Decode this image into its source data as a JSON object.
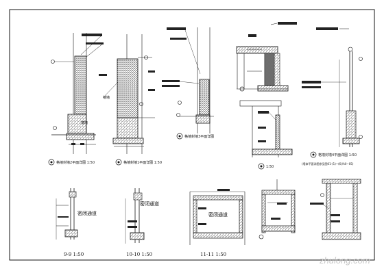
{
  "colors": {
    "line": "#111111",
    "hatch": "#555555",
    "watermark": "#c8c8c8",
    "background": "#ffffff"
  },
  "upper_row": {
    "detail_1_label": "墙墙",
    "detail_2_label": "墙墙",
    "title_1": "格墙封墙2平面详图  1:50",
    "title_2": "格墙封墙1平面详图  1:50",
    "title_3": "格墙封墙3平面详图",
    "title_4": "格墙封墙4平面详图  1:50",
    "note_4": "(墙体平面详图参见图01-(1)~(6)/A0~05)",
    "scale_5": "1:50"
  },
  "lower_row": {
    "section_1_text": "密闭通道",
    "section_1_title": "9-9  1:50",
    "section_2_text": "密闭通道",
    "section_2_title": "10-10  1:50",
    "section_3_text": "密闭通道",
    "section_3_title": "11-11  1:50"
  },
  "watermark": "zhulong.com"
}
